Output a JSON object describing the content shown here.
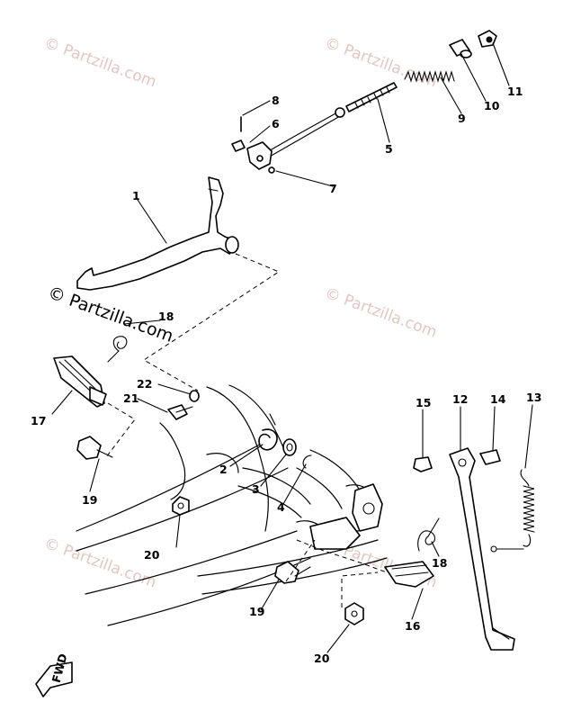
{
  "watermark": {
    "text": "© Partzilla.com",
    "color": "#e2c7c2",
    "prominent_color": "#000000"
  },
  "callouts": [
    {
      "id": "c1",
      "label": "1"
    },
    {
      "id": "c2",
      "label": "2"
    },
    {
      "id": "c3",
      "label": "3"
    },
    {
      "id": "c4",
      "label": "4"
    },
    {
      "id": "c5",
      "label": "5"
    },
    {
      "id": "c6",
      "label": "6"
    },
    {
      "id": "c7",
      "label": "7"
    },
    {
      "id": "c8",
      "label": "8"
    },
    {
      "id": "c9",
      "label": "9"
    },
    {
      "id": "c10",
      "label": "10"
    },
    {
      "id": "c11",
      "label": "11"
    },
    {
      "id": "c12",
      "label": "12"
    },
    {
      "id": "c13",
      "label": "13"
    },
    {
      "id": "c14",
      "label": "14"
    },
    {
      "id": "c15",
      "label": "15"
    },
    {
      "id": "c16",
      "label": "16"
    },
    {
      "id": "c17",
      "label": "17"
    },
    {
      "id": "c18a",
      "label": "18"
    },
    {
      "id": "c18b",
      "label": "18"
    },
    {
      "id": "c19a",
      "label": "19"
    },
    {
      "id": "c19b",
      "label": "19"
    },
    {
      "id": "c20a",
      "label": "20"
    },
    {
      "id": "c20b",
      "label": "20"
    },
    {
      "id": "c21",
      "label": "21"
    },
    {
      "id": "c22",
      "label": "22"
    }
  ],
  "fwd_marker": {
    "label": "FWD"
  }
}
